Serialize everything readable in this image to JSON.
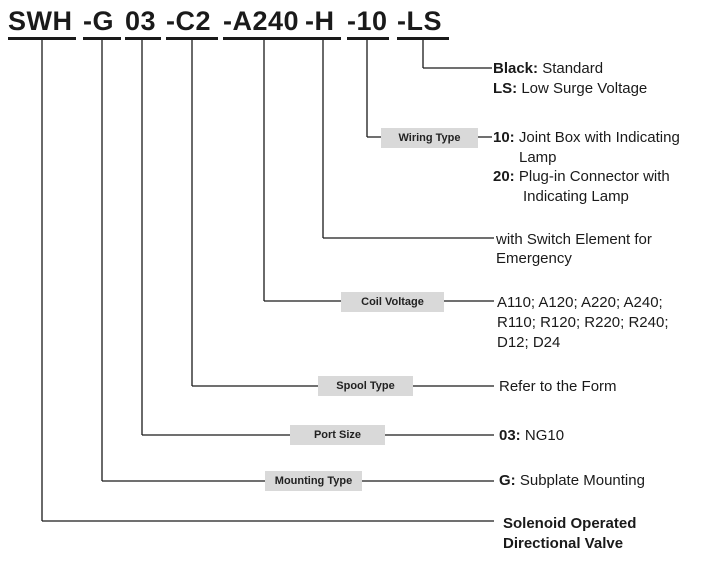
{
  "model_code": {
    "segments": [
      "SWH",
      "-G",
      "03",
      "-C2",
      "-A240",
      "-H",
      "-10",
      "-LS"
    ]
  },
  "tags": {
    "wiring_type": "Wiring Type",
    "coil_voltage": "Coil Voltage",
    "spool_type": "Spool Type",
    "port_size": "Port Size",
    "mounting_type": "Mounting Type"
  },
  "ls": {
    "black_key": "Black:",
    "black_val": "Standard",
    "ls_key": "LS:",
    "ls_val": "Low Surge Voltage"
  },
  "wiring": {
    "opt10_key": "10:",
    "opt10_line1": "Joint Box with Indicating",
    "opt10_line2": "Lamp",
    "opt20_key": "20:",
    "opt20_line1": "Plug-in Connector with",
    "opt20_line2": "Indicating Lamp"
  },
  "switch": {
    "line1": "with Switch Element for",
    "line2": "Emergency"
  },
  "coil": {
    "line1": "A110; A120; A220; A240;",
    "line2": "R110; R120; R220; R240;",
    "line3": "D12; D24"
  },
  "spool": {
    "text": "Refer to the Form"
  },
  "port": {
    "key": "03:",
    "val": "NG10"
  },
  "mounting": {
    "key": "G:",
    "val": "Subplate Mounting"
  },
  "valve": {
    "line1": "Solenoid Operated",
    "line2": "Directional Valve"
  }
}
